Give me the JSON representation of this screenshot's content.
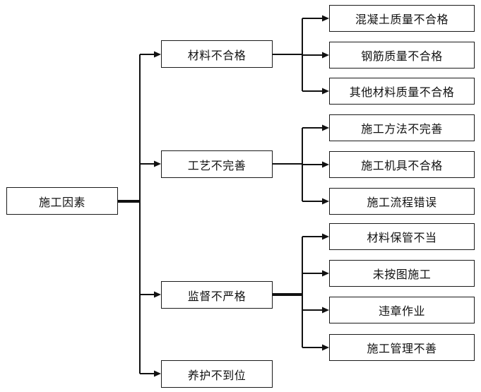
{
  "root": {
    "label": "施工因素"
  },
  "categories": [
    {
      "label": "材料不合格",
      "children": [
        "混凝土质量不合格",
        "钢筋质量不合格",
        "其他材料质量不合格"
      ]
    },
    {
      "label": "工艺不完善",
      "children": [
        "施工方法不完善",
        "施工机具不合格",
        "施工流程错误"
      ]
    },
    {
      "label": "监督不严格",
      "children": [
        "材料保管不当",
        "未按图施工",
        "违章作业",
        "施工管理不善"
      ]
    },
    {
      "label": "养护不到位",
      "children": []
    }
  ],
  "colors": {
    "line": "#111111",
    "border": "#1a1a1a",
    "text": "#111111",
    "background": "#ffffff"
  }
}
